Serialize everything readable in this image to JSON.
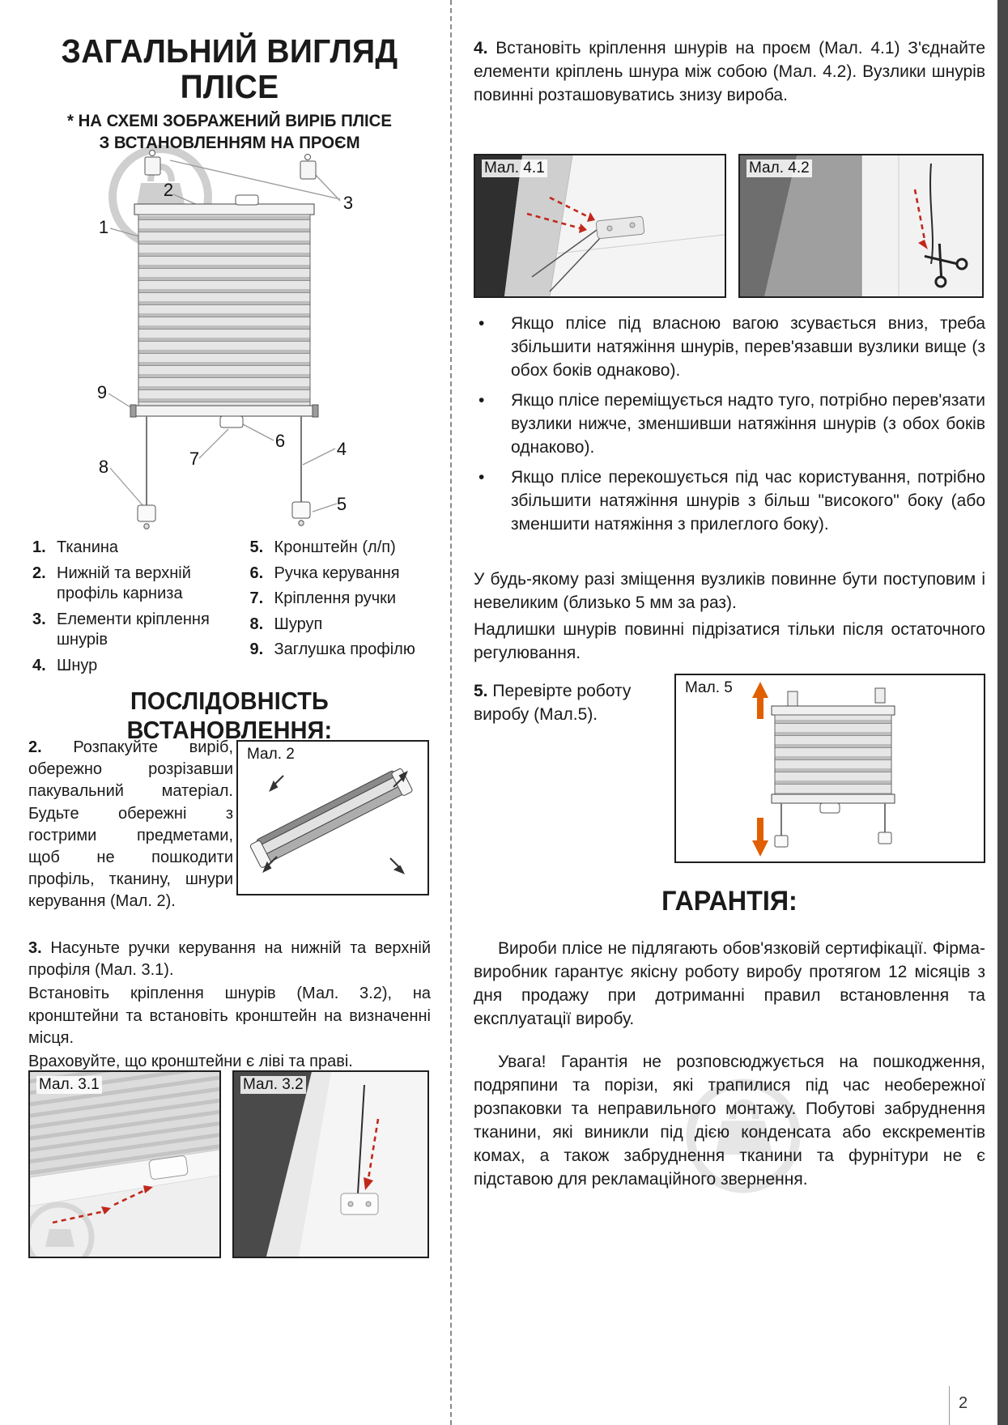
{
  "page": {
    "number": "2"
  },
  "left": {
    "title": [
      "ЗАГАЛЬНИЙ ВИГЛЯД",
      "ПЛІСЕ"
    ],
    "subtitle": [
      "* НА СХЕМІ ЗОБРАЖЕНИЙ ВИРІБ ПЛІСЕ",
      "З ВСТАНОВЛЕННЯМ НА ПРОЄМ"
    ],
    "legend_left": [
      {
        "num": "1.",
        "label": "Тканина"
      },
      {
        "num": "2.",
        "label": "Нижній та верхній профіль карниза"
      },
      {
        "num": "3.",
        "label": "Елементи кріплення шнурів"
      },
      {
        "num": "4.",
        "label": "Шнур"
      }
    ],
    "legend_right": [
      {
        "num": "5.",
        "label": "Кронштейн (л/п)"
      },
      {
        "num": "6.",
        "label": "Ручка керування"
      },
      {
        "num": "7.",
        "label": "Кріплення ручки"
      },
      {
        "num": "8.",
        "label": "Шуруп"
      },
      {
        "num": "9.",
        "label": "Заглушка профілю"
      }
    ],
    "section_title": "ПОСЛІДОВНІСТЬ ВСТАНОВЛЕННЯ:",
    "step2": {
      "num": "2.",
      "text": "Розпакуйте виріб, обережно розрізавши пакувальний матеріал. Будьте обережні з гострими предметами, щоб не пошкодити профіль, тканину, шнури керування (Мал. 2)."
    },
    "step3": {
      "num": "3.",
      "line1": "Насуньте ручки керування на нижній та верхній профіля (Мал. 3.1).",
      "line2": "Встановіть кріплення шнурів (Мал. 3.2), на кронштейни та встановіть кронштейн на визначенні місця.",
      "line3": "Враховуйте, що кронштейни є ліві та праві."
    }
  },
  "right": {
    "step4": {
      "num": "4.",
      "text": "Встановіть кріплення шнурів на проєм (Мал. 4.1) З'єднайте елементи кріплень шнура між собою (Мал. 4.2). Вузлики шнурів повинні розташовуватись знизу вироба."
    },
    "bullet_char": "•",
    "bullets": [
      "Якщо плісе під власною вагою зсувається вниз, треба збільшити натяжіння шнурів, перев'язавши вузлики вище (з обох боків однаково).",
      "Якщо плісе переміщується надто туго, потрібно перев'язати вузлики нижче, зменшивши натяжіння шнурів (з обох боків однаково).",
      "Якщо плісе перекошується під час користування, потрібно збільшити натяжіння шнурів з більш \"високого\" боку (або зменшити натяжіння з прилеглого боку)."
    ],
    "adjust_para1": "У будь-якому разі зміщення вузликів повинне бути поступовим і невеликим (близько 5 мм за раз).",
    "adjust_para2": "Надлишки шнурів повинні підрізатися тільки після остаточного регулювання.",
    "step5": {
      "num": "5.",
      "text": "Перевірте роботу виробу (Мал.5)."
    },
    "warranty_title": "ГАРАНТІЯ:",
    "warranty_p1": "Вироби плісе не підлягають обов'язковій сертифікації. Фірма-виробник гарантує якісну роботу виробу протягом 12 місяців з дня продажу при дотриманні правил встановлення та експлуатації виробу.",
    "warranty_p2": "Увага! Гарантія не розповсюджується на пошкодження, подряпини та порізи, які трапилися під час необережної розпаковки та неправильного монтажу. Побутові забруднення тканини, які виникли під дією конденсата або екскрементів комах, а також забруднення тканини та фурнітури не є підставою для рекламаційного звернення."
  },
  "figures": {
    "fig2": "Мал. 2",
    "fig31": "Мал. 3.1",
    "fig32": "Мал. 3.2",
    "fig41": "Мал. 4.1",
    "fig42": "Мал. 4.2",
    "fig5": "Мал. 5"
  },
  "diagram": {
    "c1": "1",
    "c2": "2",
    "c3": "3",
    "c4": "4",
    "c5": "5",
    "c6": "6",
    "c7": "7",
    "c8": "8",
    "c9": "9"
  },
  "colors": {
    "accent_red": "#c1271b",
    "accent_orange": "#e05f00"
  }
}
